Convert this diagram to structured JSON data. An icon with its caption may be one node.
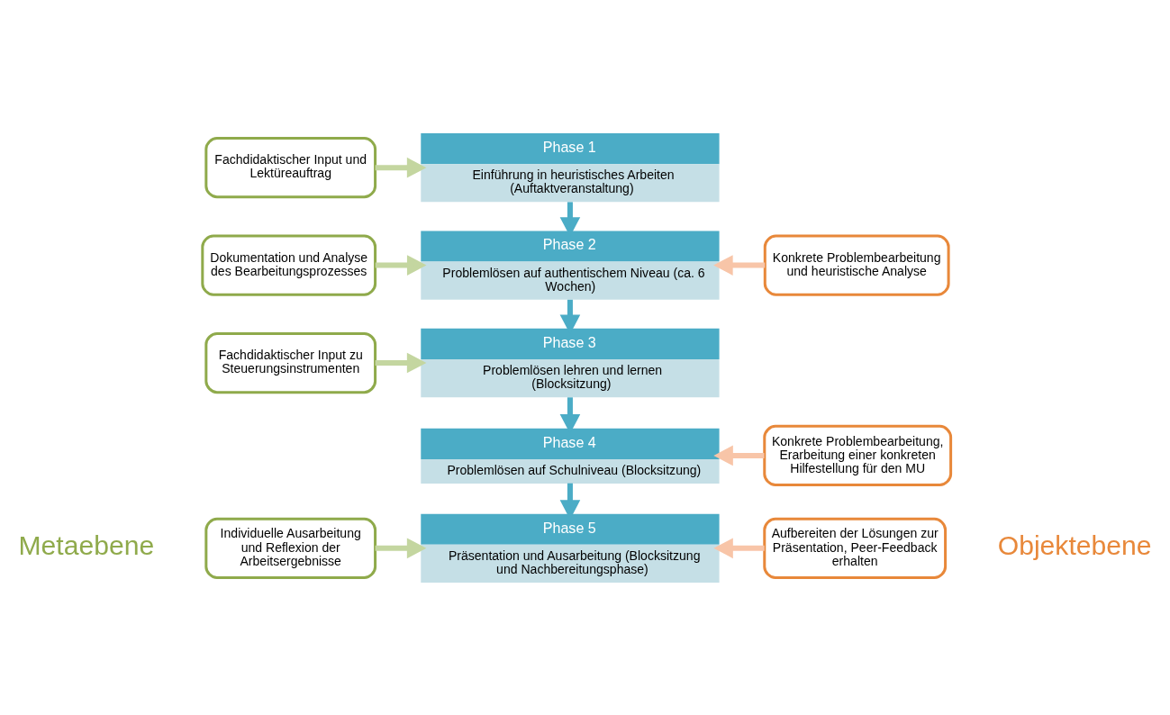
{
  "diagram": {
    "nodes": [
      {
        "text": [
          "Fachdidaktischer Input und Lektüreauftrag"
        ]
      },
      {
        "text": [
          "Phase 1",
          "Einführung in heuristisches Arbeiten (Auftaktveranstaltung)"
        ]
      },
      {
        "text": [
          "Dokumentation und Analyse des Bearbeitungsprozesses"
        ]
      },
      {
        "text": [
          "Phase 2",
          "Problemlösen auf authentischem Niveau (ca. 6 Wochen)"
        ]
      },
      {
        "text": [
          "Konkrete Problembearbeitung und heuristische Analyse"
        ]
      },
      {
        "text": [
          "Fachdidaktischer Input zu Steuerungsinstrumenten"
        ]
      },
      {
        "text": [
          "Phase 3",
          "Problemlösen lehren und lernen (Blocksitzung)"
        ]
      },
      {
        "text": [
          "Phase 4",
          "Problemlösen auf Schulniveau (Blocksitzung)"
        ]
      },
      {
        "text": [
          "Konkrete Problembearbeitung, Erarbeitung einer konkreten Hilfestellung für den MU"
        ]
      },
      {
        "text": [
          "Individuelle Ausarbeitung und Reflexion der Arbeitsergebnisse"
        ]
      },
      {
        "text": [
          "Phase 5",
          "Präsentation und Ausarbeitung (Blocksitzung und Nachbereitungsphase)"
        ]
      },
      {
        "text": [
          "Aufbereiten der Lösungen zur Präsentation, Peer-Feedback erhalten"
        ]
      }
    ],
    "edges": [
      {
        "from": 0,
        "to": 1,
        "arrow": "to",
        "color": "#c4d6a0"
      },
      {
        "from": 1,
        "to": 3,
        "arrow": "to",
        "color": "#4bacc6"
      },
      {
        "from": 2,
        "to": 3,
        "arrow": "to",
        "color": "#c4d6a0"
      },
      {
        "from": 4,
        "to": 3,
        "arrow": "to",
        "color": "#f8c5a8"
      },
      {
        "from": 3,
        "to": 6,
        "arrow": "to",
        "color": "#4bacc6"
      },
      {
        "from": 5,
        "to": 6,
        "arrow": "to",
        "color": "#c4d6a0"
      },
      {
        "from": 6,
        "to": 7,
        "arrow": "to",
        "color": "#4bacc6"
      },
      {
        "from": 8,
        "to": 7,
        "arrow": "to",
        "color": "#f8c5a8"
      },
      {
        "from": 7,
        "to": 10,
        "arrow": "to",
        "color": "#4bacc6"
      },
      {
        "from": 9,
        "to": 10,
        "arrow": "to",
        "color": "#c4d6a0"
      },
      {
        "from": 11,
        "to": 10,
        "arrow": "to",
        "color": "#f8c5a8"
      }
    ],
    "labels": [
      "Metaebene",
      "Objektebene"
    ]
  }
}
